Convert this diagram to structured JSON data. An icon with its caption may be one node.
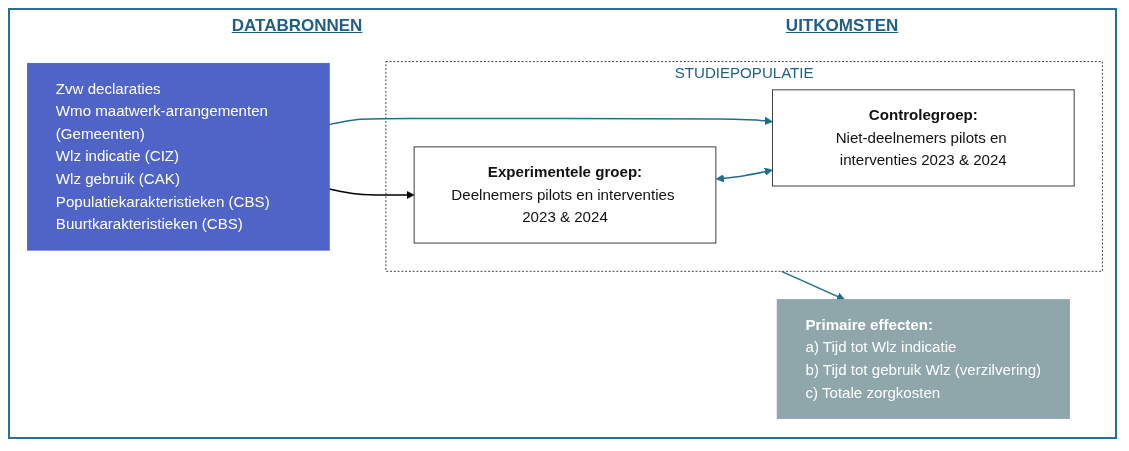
{
  "diagram": {
    "nodes": [
      {
        "text": [
          "Zvw declaraties",
          "Wmo maatwerk-arrangementen (Gemeenten)",
          "Wlz indicatie (CIZ)",
          "Wlz gebruik (CAK)",
          "Populatiekarakteristieken (CBS)",
          "Buurtkarakteristieken (CBS)"
        ]
      },
      {
        "text": [
          "STUDIEPOPULATIE"
        ]
      },
      {
        "text": [
          "Experimentele groep:",
          "Deelnemers pilots en interventies 2023 & 2024"
        ],
        "in": 1
      },
      {
        "text": [
          "Controlegroep:",
          "Niet-deelnemers pilots en interventies 2023 & 2024"
        ],
        "in": 1
      },
      {
        "text": [
          "Primaire effecten:",
          "a) Tijd tot Wlz indicatie",
          "b) Tijd tot gebruik Wlz (verzilvering)",
          "c) Totale zorgkosten"
        ]
      }
    ],
    "edges": [
      {
        "from": 0,
        "to": 2,
        "arrow": "to",
        "color": "#000000"
      },
      {
        "from": 0,
        "to": 3,
        "arrow": "to"
      },
      {
        "from": 2,
        "to": 3,
        "arrow": "both"
      },
      {
        "from": 1,
        "to": 4,
        "arrow": "to"
      }
    ],
    "labels": [
      "DATABRONNEN",
      "UITKOMSTEN"
    ]
  }
}
